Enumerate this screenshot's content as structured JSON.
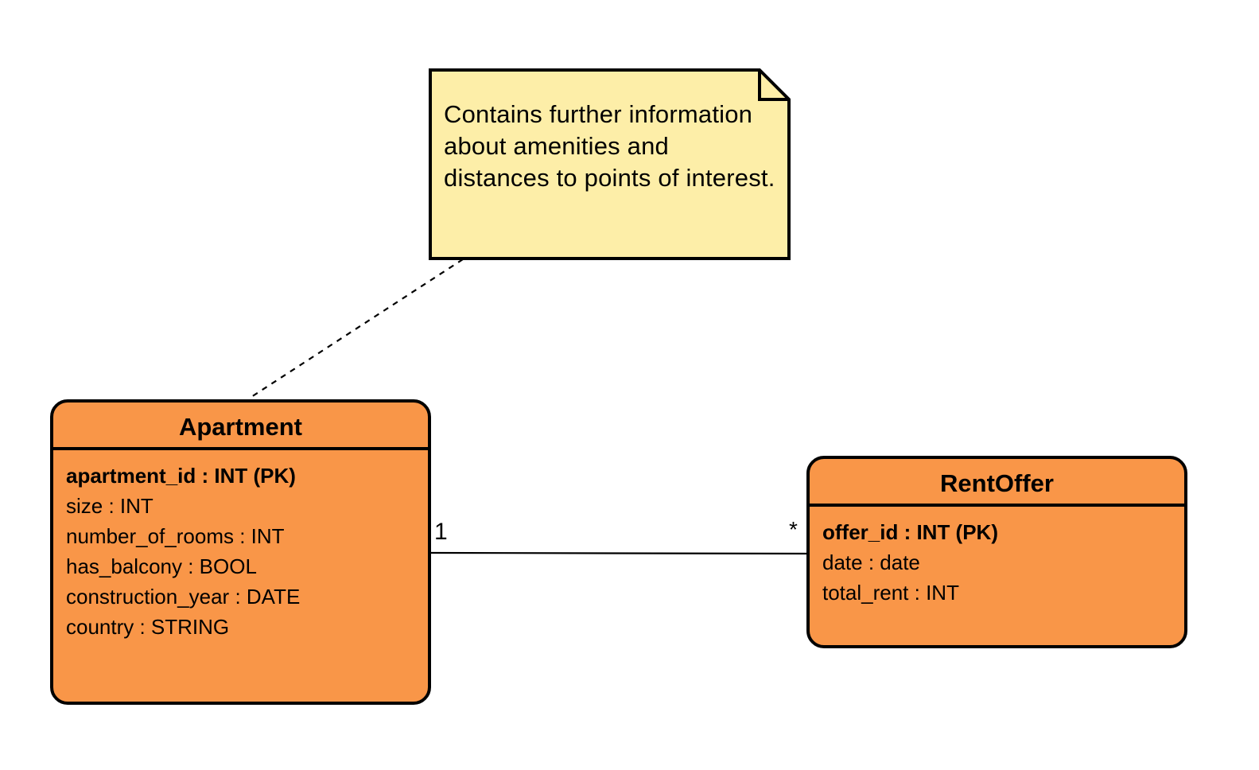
{
  "note": {
    "text": "Contains further information about amenities and distances to points of interest.",
    "fill_color": "#fdeea8"
  },
  "entities": {
    "apartment": {
      "name": "Apartment",
      "fill_color": "#f99648",
      "attributes": [
        {
          "text": "apartment_id : INT (PK)",
          "primary_key": true
        },
        {
          "text": "size : INT",
          "primary_key": false
        },
        {
          "text": "number_of_rooms : INT",
          "primary_key": false
        },
        {
          "text": "has_balcony : BOOL",
          "primary_key": false
        },
        {
          "text": "construction_year : DATE",
          "primary_key": false
        },
        {
          "text": "country : STRING",
          "primary_key": false
        }
      ]
    },
    "rentoffer": {
      "name": "RentOffer",
      "fill_color": "#f99648",
      "attributes": [
        {
          "text": "offer_id : INT (PK)",
          "primary_key": true
        },
        {
          "text": "date : date",
          "primary_key": false
        },
        {
          "text": "total_rent : INT",
          "primary_key": false
        }
      ]
    }
  },
  "relationship": {
    "from": "Apartment",
    "to": "RentOffer",
    "from_multiplicity": "1",
    "to_multiplicity": "*"
  }
}
